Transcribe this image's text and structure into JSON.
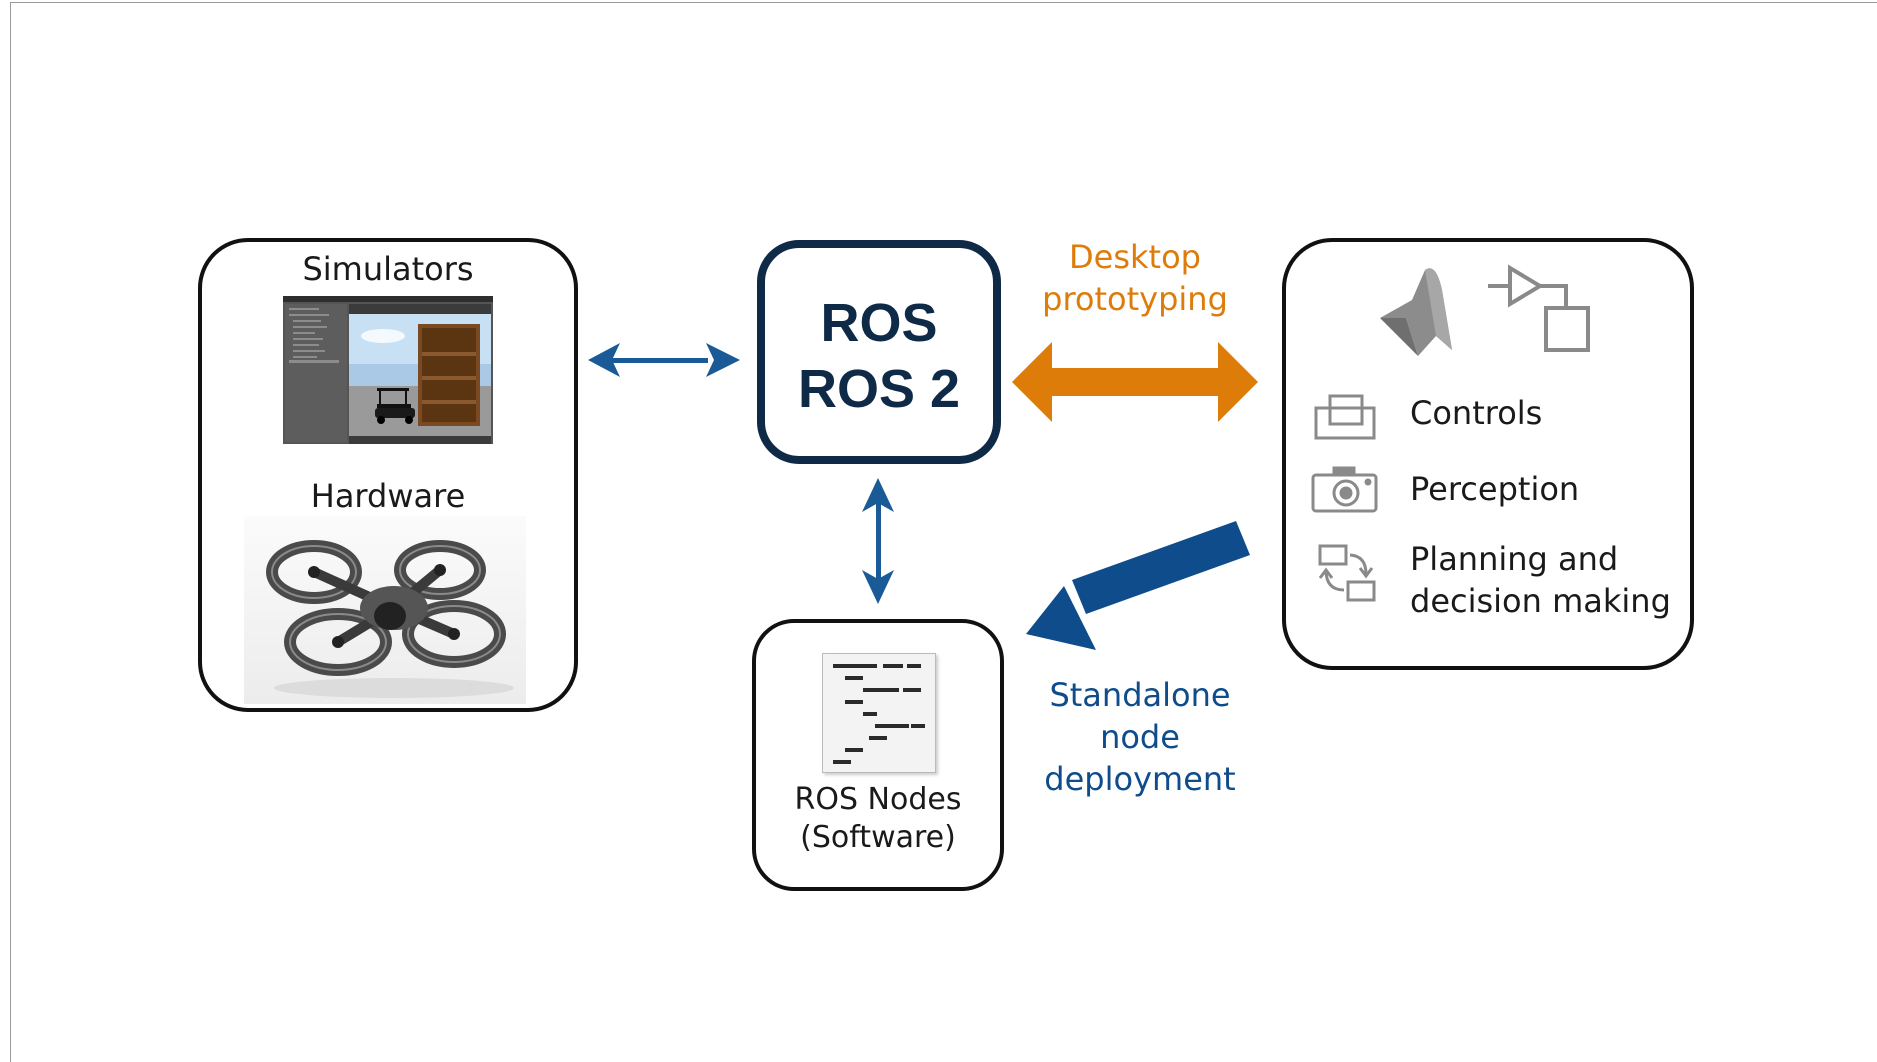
{
  "colors": {
    "ros_navy": "#0e2a47",
    "link_blue": "#1a5a96",
    "prototype_orange": "#de7c0a",
    "deploy_blue": "#0f4c8c",
    "box_border": "#111111",
    "icon_gray": "#8a8a8a"
  },
  "left_panel": {
    "simulators_label": "Simulators",
    "hardware_label": "Hardware",
    "simulator_image": "simulator-screenshot",
    "hardware_image": "quadcopter-drone-photo"
  },
  "center": {
    "ros_line1": "ROS",
    "ros_line2": "ROS 2"
  },
  "nodes": {
    "line1": "ROS Nodes",
    "line2": "(Software)",
    "image": "code-listing-document"
  },
  "right_panel": {
    "top_icons": [
      "matlab-logo-icon",
      "simulink-block-diagram-icon"
    ],
    "items": [
      {
        "icon": "controls-icon",
        "label": "Controls"
      },
      {
        "icon": "camera-icon",
        "label": "Perception"
      },
      {
        "icon": "planning-icon",
        "label_line1": "Planning and",
        "label_line2": "decision making"
      }
    ]
  },
  "arrows": {
    "desktop_prototyping": {
      "line1": "Desktop",
      "line2": "prototyping",
      "color": "#de7c0a"
    },
    "standalone_deployment": {
      "line1": "Standalone",
      "line2": "node",
      "line3": "deployment",
      "color": "#0f4c8c"
    }
  }
}
